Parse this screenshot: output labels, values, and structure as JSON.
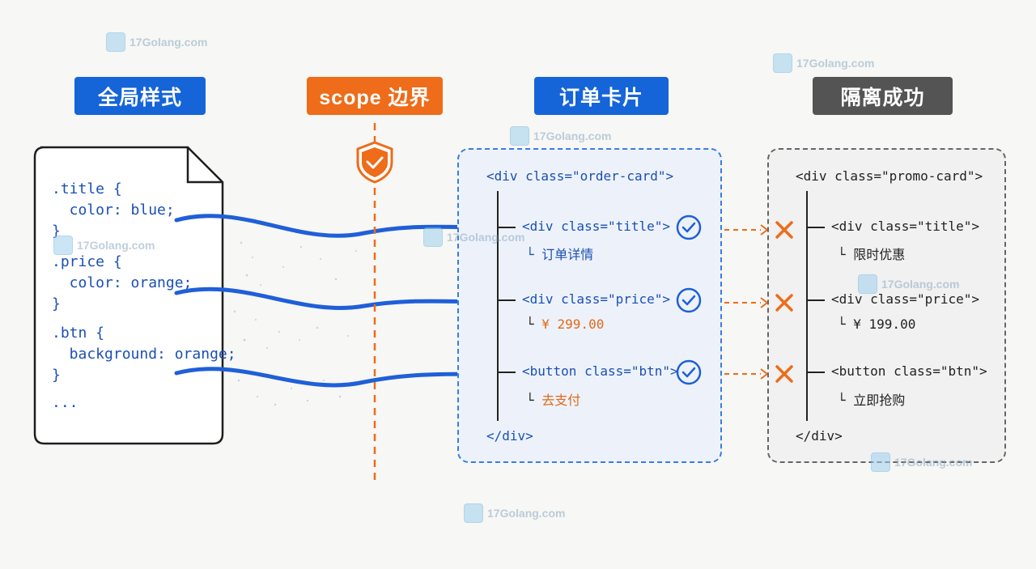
{
  "watermark": {
    "text": "17Golang.com"
  },
  "labels": {
    "global_styles": "全局样式",
    "scope_boundary": "scope 边界",
    "order_card": "订单卡片",
    "isolation_success": "隔离成功"
  },
  "global_css": {
    "lines": [
      ".title {",
      "  color: blue;",
      "}",
      ".price {",
      "  color: orange;",
      "}",
      ".btn {",
      "  background: orange;",
      "}",
      "..."
    ]
  },
  "order_card": {
    "open_tag": "<div class=\"order-card\">",
    "title_tag": "<div class=\"title\">",
    "title_text": "订单详情",
    "price_tag": "<div class=\"price\">",
    "price_text": "¥ 299.00",
    "button_tag": "<button class=\"btn\">",
    "button_text": "去支付",
    "close_tag": "</div>"
  },
  "promo_card": {
    "open_tag": "<div class=\"promo-card\">",
    "title_tag": "<div class=\"title\">",
    "title_text": "限时优惠",
    "price_tag": "<div class=\"price\">",
    "price_text": "¥ 199.00",
    "button_tag": "<button class=\"btn\">",
    "button_text": "立即抢购",
    "close_tag": "</div>"
  },
  "colors": {
    "blue_accent": "#1565d8",
    "orange_accent": "#ee6c1a",
    "gray_label": "#545454"
  },
  "icons": {
    "shield": "shield-check-icon",
    "check": "check-circle-icon",
    "cross": "cross-icon"
  }
}
